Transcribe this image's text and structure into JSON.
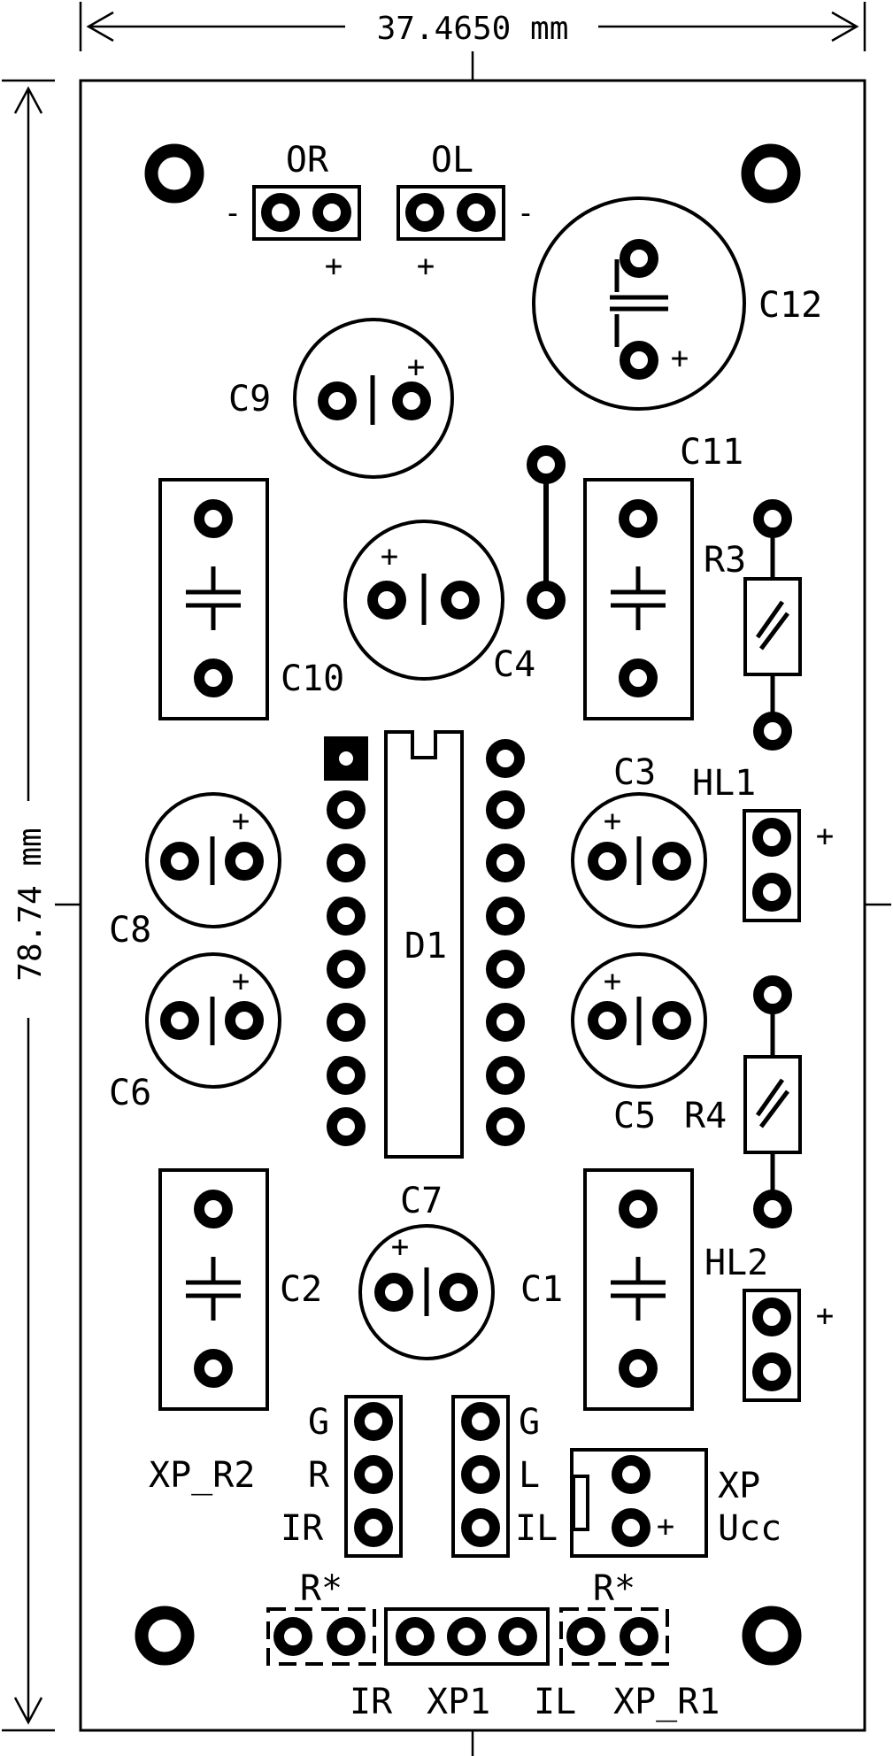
{
  "dimensions": {
    "width_label": "37.4650 mm",
    "height_label": "78.74 mm"
  },
  "labels": {
    "or": "OR",
    "ol": "OL",
    "c12": "C12",
    "c9": "C9",
    "c11": "C11",
    "r3": "R3",
    "c10": "C10",
    "c4": "C4",
    "c3": "C3",
    "hl1": "HL1",
    "c8": "C8",
    "d1": "D1",
    "c6": "C6",
    "c5": "C5",
    "r4": "R4",
    "c7": "C7",
    "hl2": "HL2",
    "c2": "C2",
    "c1": "C1",
    "xp_r2": "XP_R2",
    "xp": "XP",
    "ucc": "Ucc",
    "r_star": "R*",
    "ir": "IR",
    "xp1": "XP1",
    "il": "IL",
    "xp_r1": "XP_R1",
    "g": "G",
    "r": "R",
    "l": "L"
  },
  "polarity": {
    "plus": "+",
    "minus": "-"
  },
  "colors": {
    "ink": "#000000",
    "background": "#ffffff"
  }
}
